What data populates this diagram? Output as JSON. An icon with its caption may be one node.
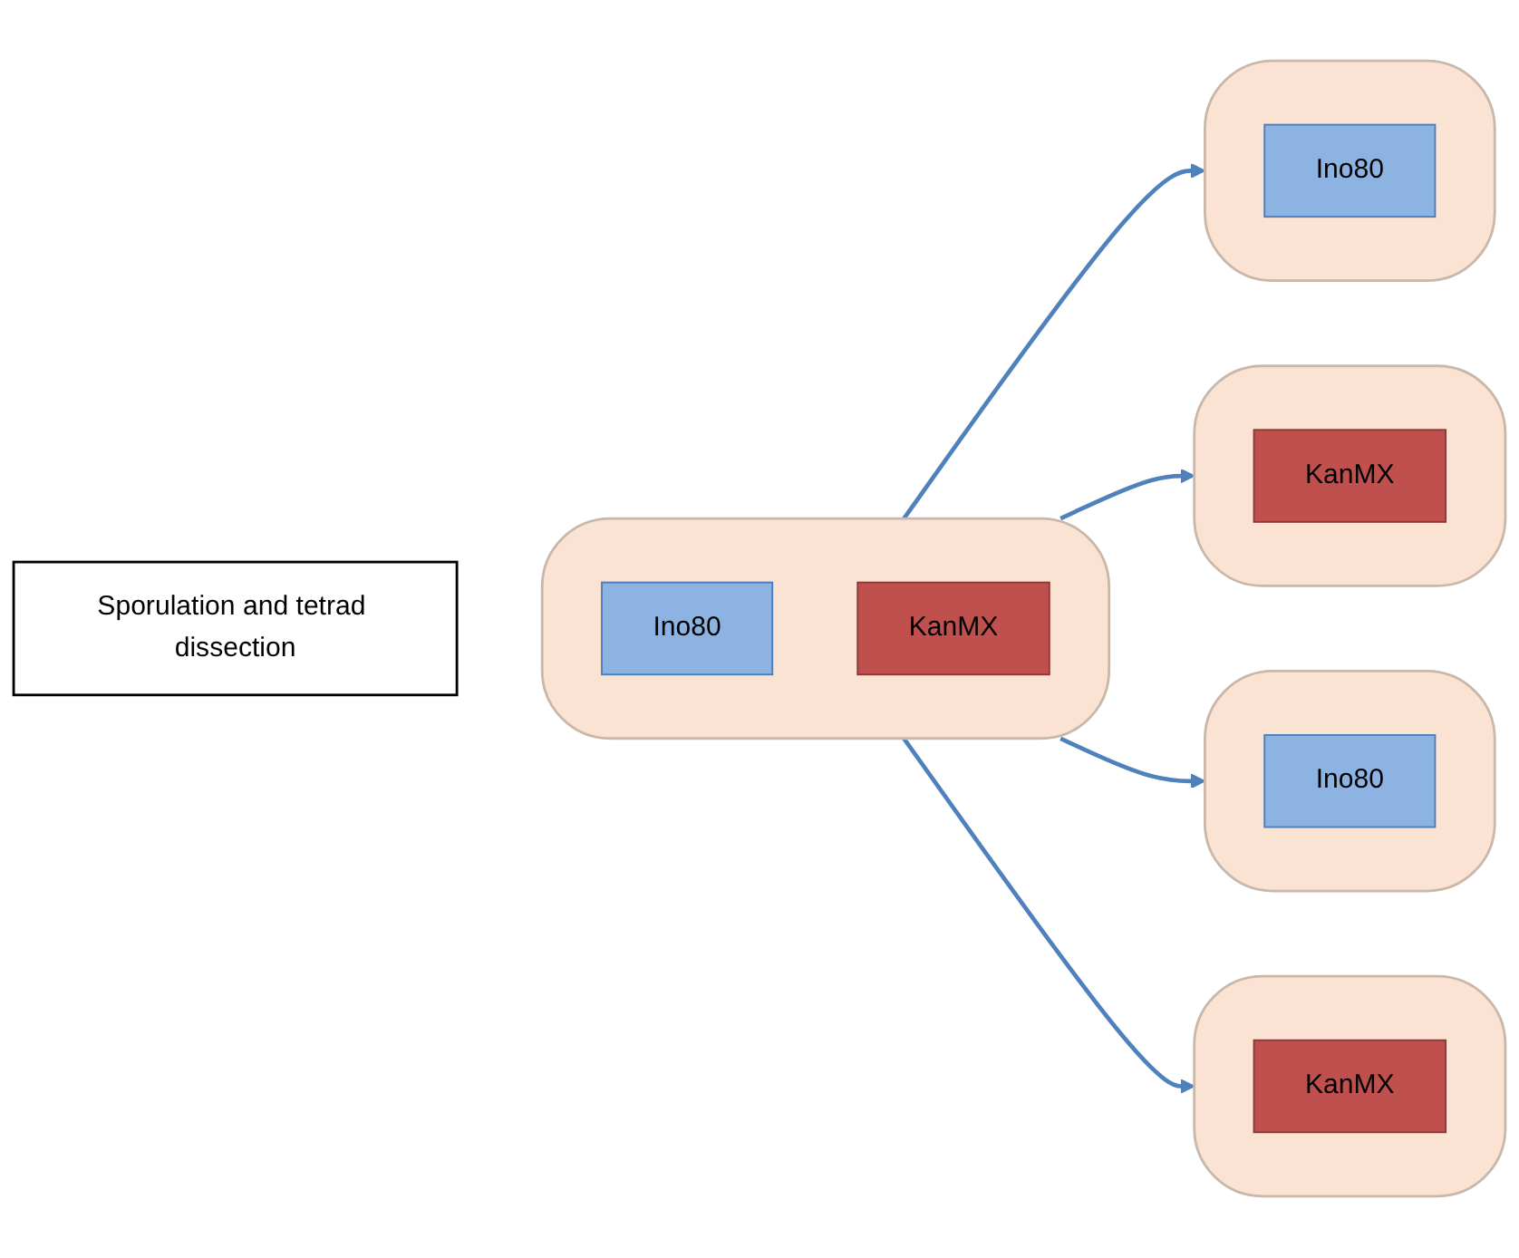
{
  "diagram": {
    "nodes": [
      {
        "text": [],
        "shape": "cloud"
      },
      {
        "text": [
          "Ino80"
        ],
        "in": 0
      },
      {
        "text": [
          "KanMX"
        ],
        "in": 0
      },
      {
        "text": [
          "Sporulation and tetrad dissection"
        ]
      },
      {
        "text": [],
        "shape": "cloud"
      },
      {
        "text": [
          "Ino80"
        ],
        "in": 4
      },
      {
        "text": [],
        "shape": "cloud"
      },
      {
        "text": [
          "KanMX"
        ],
        "in": 6
      },
      {
        "text": [],
        "shape": "cloud"
      },
      {
        "text": [
          "Ino80"
        ],
        "in": 8
      },
      {
        "text": [],
        "shape": "cloud"
      },
      {
        "text": [
          "KanMX"
        ],
        "in": 10
      }
    ],
    "edges": [
      {
        "from": 0,
        "to": 4,
        "arrow": "to"
      },
      {
        "from": 0,
        "to": 6,
        "arrow": "to"
      },
      {
        "from": 0,
        "to": 8,
        "arrow": "to"
      },
      {
        "from": 0,
        "to": 10,
        "arrow": "to"
      }
    ]
  }
}
